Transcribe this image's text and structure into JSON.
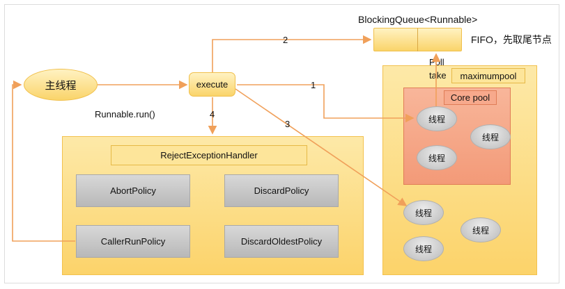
{
  "queue": {
    "title": "BlockingQueue<Runnable>",
    "note": "FIFO，先取尾节点",
    "poll_label": "Poll",
    "take_label": "take"
  },
  "main_thread": {
    "label": "主线程"
  },
  "execute": {
    "label": "execute"
  },
  "runnable_run": {
    "label": "Runnable.run()"
  },
  "steps": {
    "one": "1",
    "two": "2",
    "three": "3",
    "four": "4"
  },
  "reject": {
    "handler_label": "RejectExceptionHandler",
    "policies": [
      "AbortPolicy",
      "DiscardPolicy",
      "CallerRunPolicy",
      "DiscardOldestPolicy"
    ]
  },
  "pool": {
    "maximum_label": "maximumpool",
    "core_label": "Core pool",
    "thread_label": "线程"
  },
  "colors": {
    "arrow": "#f0a05a",
    "panel": "#fcd36a",
    "core_pool": "#f6a484",
    "thread": "#c9c9c9"
  }
}
